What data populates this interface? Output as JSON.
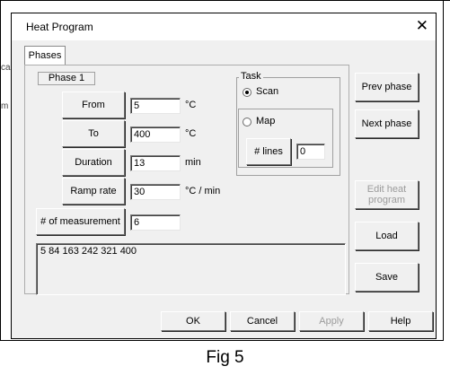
{
  "window": {
    "title": "Heat Program",
    "close_glyph": "✕"
  },
  "background_fragments": [
    "ca",
    "m"
  ],
  "tabs": [
    {
      "label": "Phases",
      "active": true
    }
  ],
  "phase": {
    "label": "Phase 1"
  },
  "rows": [
    {
      "button": "From",
      "value": "5",
      "unit": "°C"
    },
    {
      "button": "To",
      "value": "400",
      "unit": "°C"
    },
    {
      "button": "Duration",
      "value": "13",
      "unit": "min"
    },
    {
      "button": "Ramp rate",
      "value": "30",
      "unit": "°C / min"
    },
    {
      "button": "# of measurement",
      "value": "6",
      "unit": ""
    }
  ],
  "task": {
    "legend": "Task",
    "scan_label": "Scan",
    "map_label": "Map",
    "selected": "Scan",
    "lines_button": "# lines",
    "lines_value": "0"
  },
  "right_buttons": {
    "prev_phase": "Prev phase",
    "next_phase": "Next phase",
    "edit_heat_program": "Edit heat program",
    "load": "Load",
    "save": "Save"
  },
  "result_text": "5 84 163 242 321 400",
  "footer": {
    "ok": "OK",
    "cancel": "Cancel",
    "apply": "Apply",
    "help": "Help"
  },
  "caption": "Fig 5",
  "colors": {
    "dialog_bg": "#f0f0f0",
    "titlebar_bg": "#ffffff",
    "disabled_text": "#9b9b9b"
  }
}
